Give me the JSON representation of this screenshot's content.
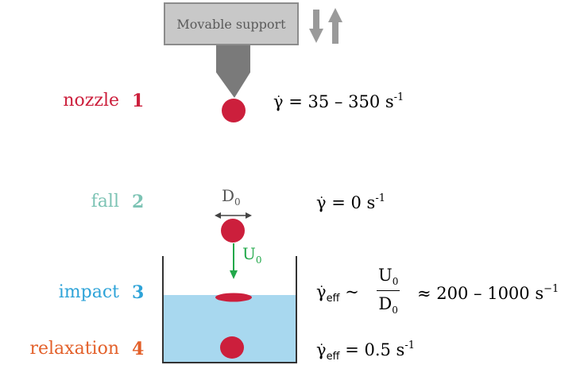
{
  "support": {
    "label": "Movable support"
  },
  "stages": [
    {
      "name": "nozzle",
      "number": "1",
      "color": "#cc1f3c"
    },
    {
      "name": "fall",
      "number": "2",
      "color": "#7cc3b4"
    },
    {
      "name": "impact",
      "number": "3",
      "color": "#2ea3d8"
    },
    {
      "name": "relaxation",
      "number": "4",
      "color": "#e3602a"
    }
  ],
  "diameter_label": {
    "main": "D",
    "sub": "0"
  },
  "velocity_label": {
    "main": "U",
    "sub": "0"
  },
  "equations": {
    "nozzle": {
      "lhs": "γ",
      "rhs": "= 35 – 350 s",
      "exp": "-1"
    },
    "fall": {
      "lhs": "γ",
      "rhs": "= 0 s",
      "exp": "-1"
    },
    "impact": {
      "lhs": "γ",
      "lhs_sub": "eff",
      "approx": "~",
      "numerator": {
        "main": "U",
        "sub": "0"
      },
      "denominator": {
        "main": "D",
        "sub": "0"
      },
      "rhs": "≈ 200 – 1000 s",
      "exp": "−1"
    },
    "relaxation": {
      "lhs": "γ",
      "lhs_sub": "eff",
      "rhs": "= 0.5 s",
      "exp": "-1"
    }
  },
  "colors": {
    "droplet": "#cc1f3c",
    "liquid": "#a8d8ef",
    "support_fill": "#c8c8c8",
    "support_stroke": "#8c8c8c",
    "nozzle": "#7a7a7a",
    "arrows_gray": "#9a9a9a",
    "velocity_arrow": "#22a84a",
    "container": "#333333"
  }
}
